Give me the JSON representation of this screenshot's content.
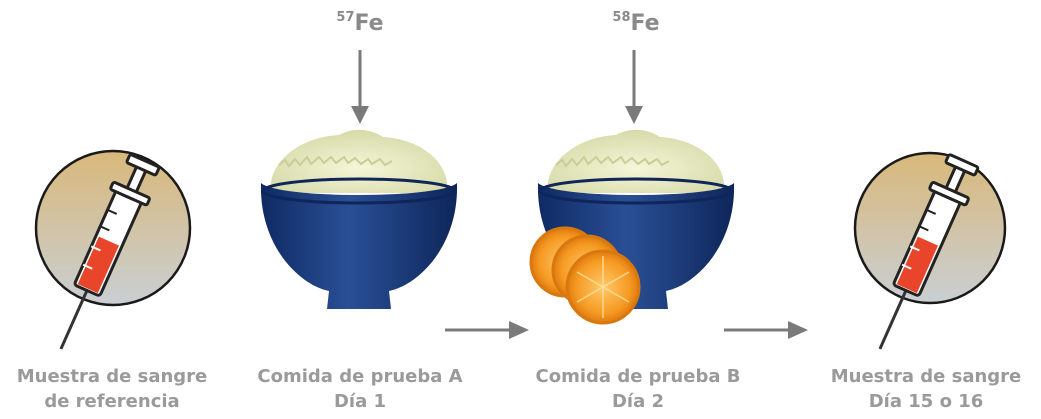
{
  "isotopes": [
    {
      "mass": "57",
      "symbol": "Fe"
    },
    {
      "mass": "58",
      "symbol": "Fe"
    }
  ],
  "steps": [
    {
      "line1": "Muestra de sangre",
      "line2": "de referencia"
    },
    {
      "line1": "Comida de prueba A",
      "line2": "Día 1"
    },
    {
      "line1": "Comida de prueba B",
      "line2": "Día 2"
    },
    {
      "line1": "Muestra de sangre",
      "line2": "Día 15 o 16"
    }
  ],
  "colors": {
    "bowl": "#1a3a7a",
    "rice": "#eef0c8",
    "orange": "#f39a1e",
    "syringe_fill": "#e8452a",
    "arrow": "#7a7a7a",
    "label": "#9a9a9a"
  }
}
